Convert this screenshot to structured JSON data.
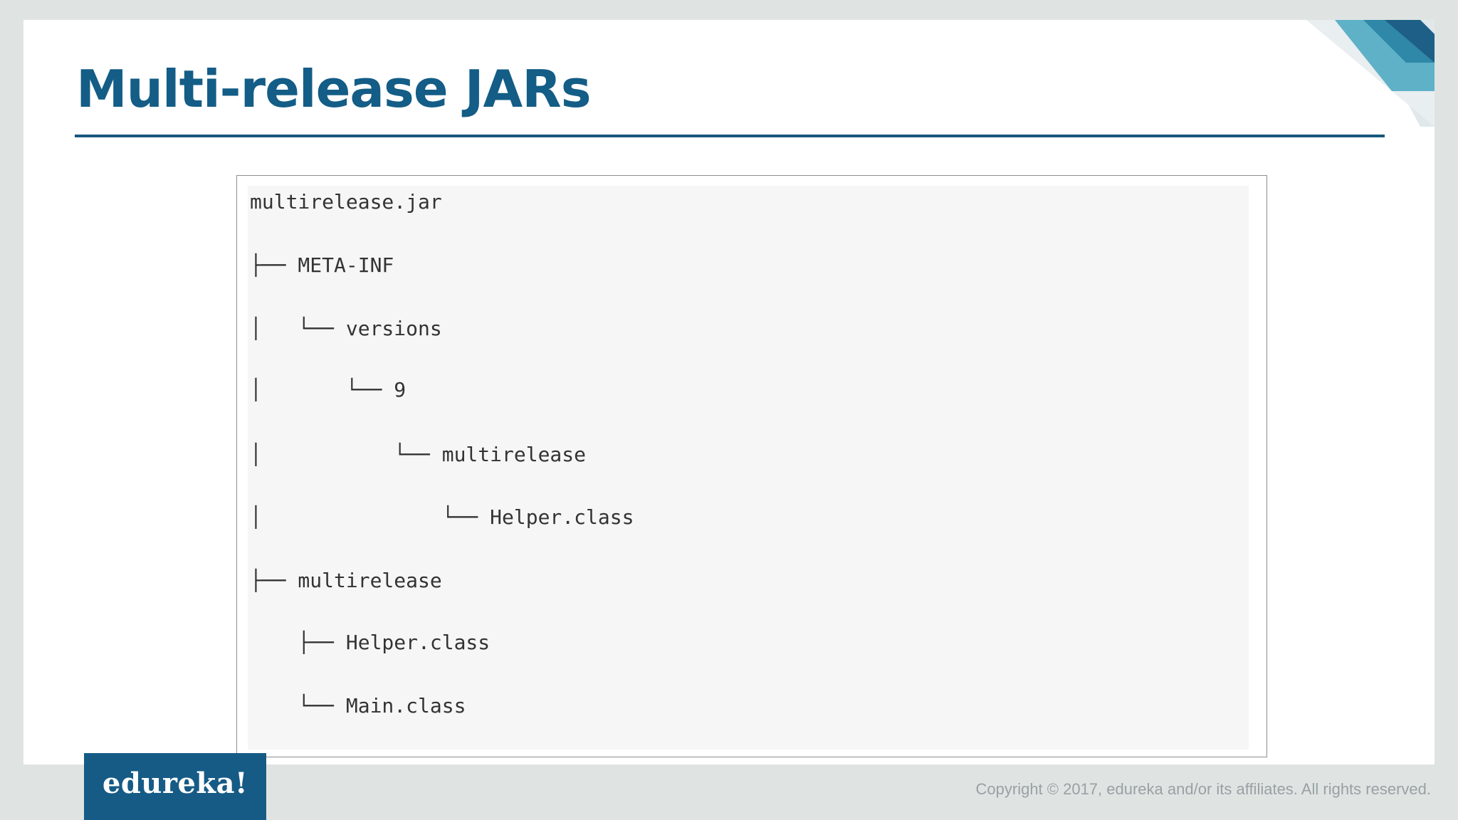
{
  "slide": {
    "title": "Multi-release JARs"
  },
  "tree": {
    "lines": [
      "multirelease.jar",
      "├── META-INF",
      "│   └── versions",
      "│       └── 9",
      "│           └── multirelease",
      "│               └── Helper.class",
      "├── multirelease",
      "    ├── Helper.class",
      "    └── Main.class"
    ]
  },
  "footer": {
    "logo_text": "edureka!",
    "copyright": "Copyright © 2017, edureka and/or its affiliates. All rights reserved."
  },
  "colors": {
    "title": "#135d86",
    "rule": "#17587e",
    "logo_bg": "#165b85",
    "code_bg": "#f5f6f5"
  }
}
